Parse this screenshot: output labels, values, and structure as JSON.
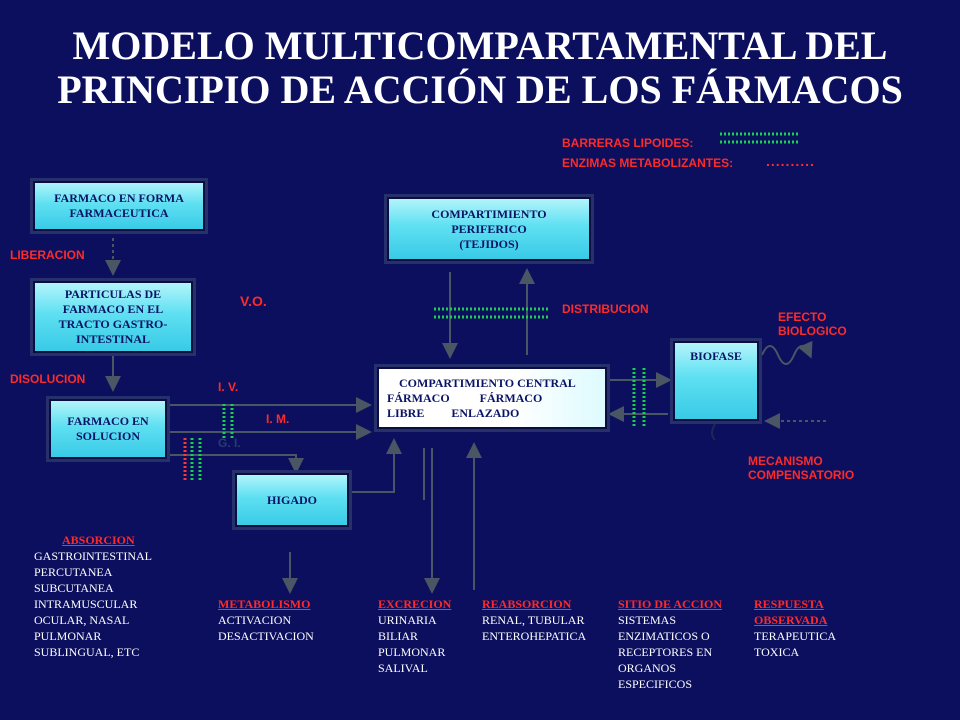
{
  "title": {
    "line1": "MODELO MULTICOMPARTAMENTAL DEL",
    "line2": "PRINCIPIO DE ACCIÓN DE LOS FÁRMACOS"
  },
  "legend": {
    "barreras": "BARRERAS LIPOIDES:",
    "enzimas": "ENZIMAS METABOLIZANTES:",
    "enzimas_dots": ".........."
  },
  "boxes": {
    "forma": [
      "FARMACO EN FORMA",
      "FARMACEUTICA"
    ],
    "particulas": [
      "PARTICULAS DE",
      "FARMACO EN EL",
      "TRACTO GASTRO-",
      "INTESTINAL"
    ],
    "solucion": [
      "FARMACO EN",
      "SOLUCION"
    ],
    "higado": [
      "HIGADO"
    ],
    "periferico": [
      "COMPARTIMIENTO",
      "PERIFERICO",
      "(TEJIDOS)"
    ],
    "central": [
      "COMPARTIMIENTO CENTRAL",
      "FÁRMACO          FÁRMACO",
      "LIBRE         ENLAZADO"
    ],
    "biofase": [
      "BIOFASE"
    ]
  },
  "labels": {
    "liberacion": "LIBERACION",
    "disolucion": "DISOLUCION",
    "vo": "V.O.",
    "iv": "I. V.",
    "im": "I. M.",
    "gi": "G. I.",
    "distribucion": "DISTRIBUCION",
    "efecto": [
      "EFECTO",
      "BIOLOGICO"
    ],
    "mecanismo": [
      "MECANISMO",
      "COMPENSATORIO"
    ]
  },
  "bottom": {
    "absorcion": {
      "head": "ABSORCION",
      "items": [
        "GASTROINTESTINAL",
        "PERCUTANEA",
        "SUBCUTANEA",
        "INTRAMUSCULAR",
        "OCULAR, NASAL",
        "PULMONAR",
        "SUBLINGUAL,  ETC"
      ]
    },
    "metabolismo": {
      "head": "METABOLISMO",
      "items": [
        "ACTIVACION",
        "DESACTIVACION"
      ]
    },
    "excrecion": {
      "head": "EXCRECION",
      "items": [
        "URINARIA",
        "BILIAR",
        "PULMONAR",
        "SALIVAL"
      ]
    },
    "reabsorcion": {
      "head": "REABSORCION",
      "items": [
        "RENAL, TUBULAR",
        "ENTEROHEPATICA"
      ]
    },
    "sitio": {
      "head": "SITIO DE ACCION",
      "items": [
        "SISTEMAS",
        "ENZIMATICOS O",
        "RECEPTORES EN",
        "ORGANOS",
        "ESPECIFICOS"
      ]
    },
    "respuesta": {
      "head": [
        "RESPUESTA",
        "OBSERVADA"
      ],
      "items": [
        "TERAPEUTICA",
        "TOXICA"
      ]
    }
  },
  "colors": {
    "background": "#0b0f5e",
    "box_fill": "#5fe0f2",
    "label_red": "#ff2a2a",
    "barrier_green": "#19d24a",
    "enzyme_red": "#ff3a2a",
    "arrow": "#55606e"
  }
}
